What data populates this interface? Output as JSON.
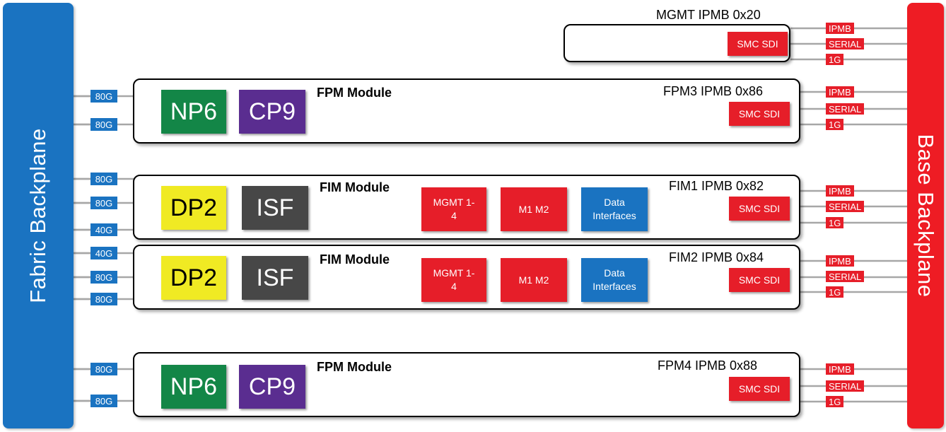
{
  "backplanes": {
    "fabric": "Fabric Backplane",
    "base": "Base Backplane"
  },
  "modules": {
    "mgmt": {
      "ipmb": "MGMT IPMB 0x20",
      "smc": "SMC SDI"
    },
    "fpm3": {
      "title": "FPM Module",
      "ipmb": "FPM3 IPMB 0x86",
      "chip1": "NP6",
      "chip2": "CP9",
      "smc": "SMC SDI"
    },
    "fim1": {
      "title": "FIM Module",
      "ipmb": "FIM1 IPMB 0x82",
      "chip1": "DP2",
      "chip2": "ISF",
      "mgmt": "MGMT 1-4",
      "m1m2": "M1 M2",
      "data": "Data Interfaces",
      "smc": "SMC SDI"
    },
    "fim2": {
      "title": "FIM Module",
      "ipmb": "FIM2 IPMB 0x84",
      "chip1": "DP2",
      "chip2": "ISF",
      "mgmt": "MGMT 1-4",
      "m1m2": "M1 M2",
      "data": "Data Interfaces",
      "smc": "SMC SDI"
    },
    "fpm4": {
      "title": "FPM Module",
      "ipmb": "FPM4 IPMB 0x88",
      "chip1": "NP6",
      "chip2": "CP9",
      "smc": "SMC SDI"
    }
  },
  "fabric_links": [
    "80G",
    "80G",
    "80G",
    "80G",
    "40G",
    "40G",
    "80G",
    "80G",
    "80G",
    "80G"
  ],
  "base_links": {
    "ipmb": "IPMB",
    "serial": "SERIAL",
    "g1": "1G"
  },
  "colors": {
    "fabric": "#1a73c1",
    "base": "#ee1c24",
    "np6": "#138647",
    "cp9": "#5a2d90",
    "dp2": "#f0ea23",
    "isf": "#474747",
    "red_block": "#e61e29",
    "blue_block": "#1a73c1",
    "wire": "#a7a7a7"
  }
}
